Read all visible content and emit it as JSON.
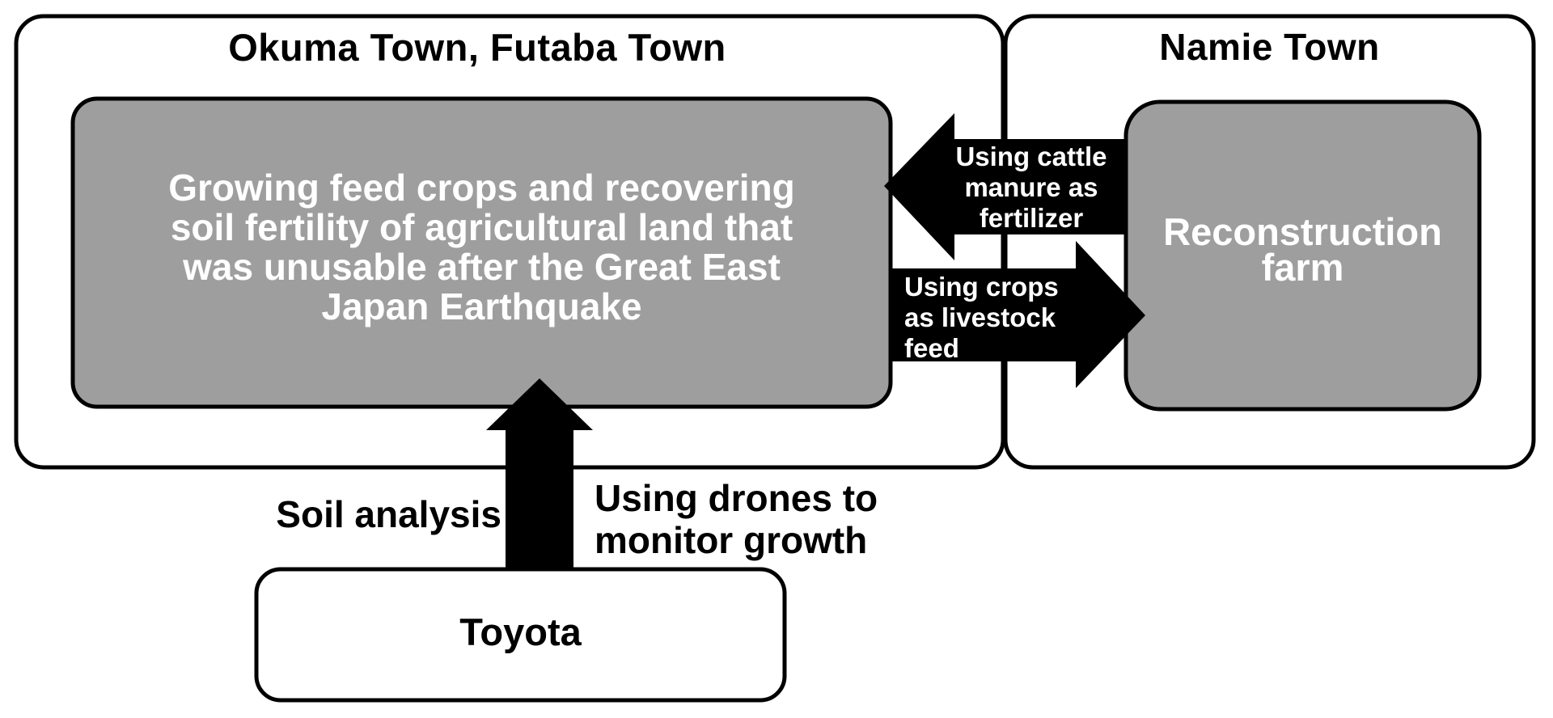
{
  "diagram": {
    "regions": {
      "okuma_futaba": {
        "title": "Okuma Town, Futaba Town",
        "box_text": "Growing feed crops and recovering\nsoil fertility of agricultural land that\nwas unusable after the Great East\nJapan Earthquake"
      },
      "namie": {
        "title": "Namie Town",
        "box_text": "Reconstruction\nfarm"
      }
    },
    "toyota": {
      "label": "Toyota"
    },
    "arrows": {
      "farm_to_land": "Using cattle\nmanure as\nfertilizer",
      "land_to_farm": "Using crops\nas livestock\nfeed",
      "toyota_to_land_left": "Soil analysis",
      "toyota_to_land_right": "Using drones to\nmonitor growth"
    },
    "colors": {
      "grey_fill": "#9e9e9e",
      "stroke": "#000000",
      "arrow": "#000000",
      "background": "#ffffff"
    }
  }
}
